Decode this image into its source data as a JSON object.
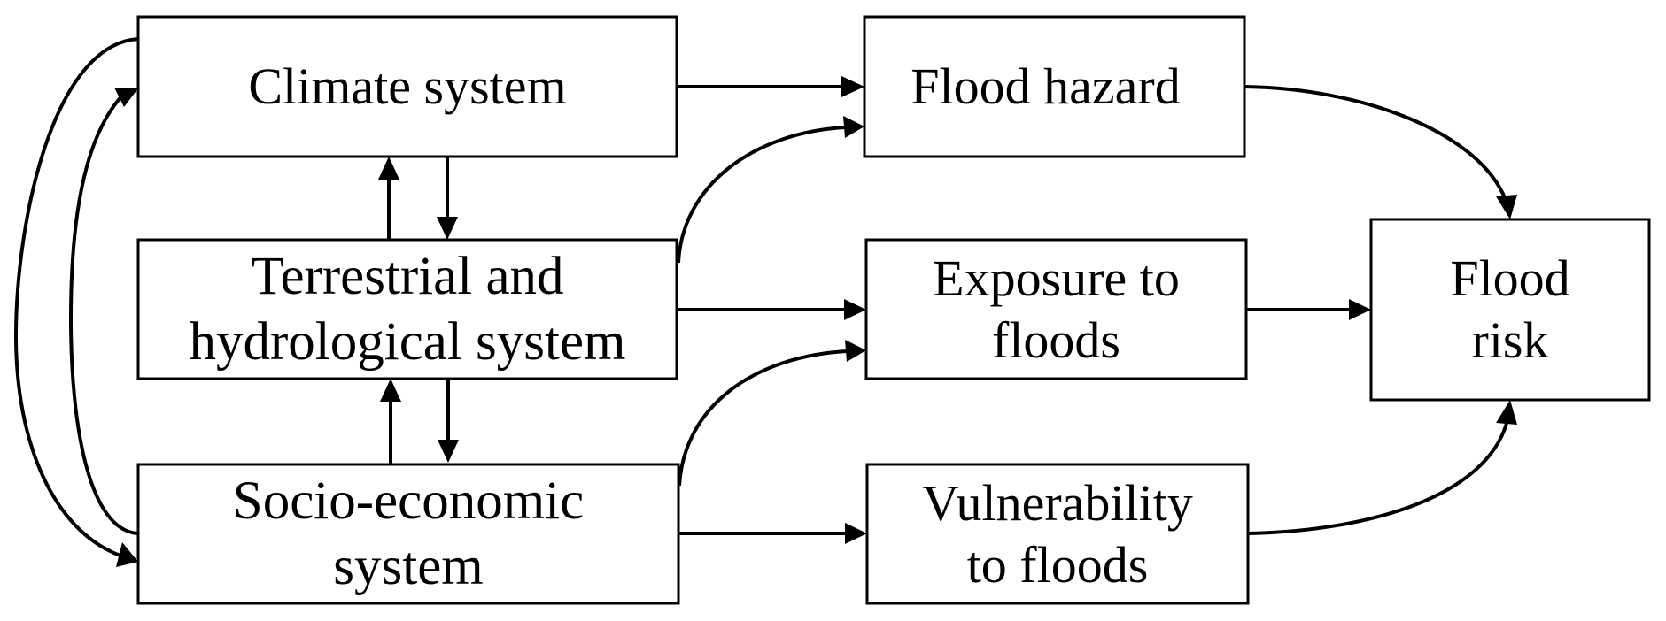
{
  "diagram": {
    "type": "flowchart",
    "nodes": {
      "climate": {
        "lines": [
          "Climate system"
        ]
      },
      "terrestrial": {
        "lines": [
          "Terrestrial and",
          "hydrological system"
        ]
      },
      "socio": {
        "lines": [
          "Socio-economic",
          "system"
        ]
      },
      "hazard": {
        "lines": [
          "Flood hazard"
        ]
      },
      "exposure": {
        "lines": [
          "Exposure to",
          "floods"
        ]
      },
      "vulnerability": {
        "lines": [
          "Vulnerability",
          "to floods"
        ]
      },
      "risk": {
        "lines": [
          "Flood",
          "risk"
        ]
      }
    },
    "edges": [
      {
        "from": "climate",
        "to": "hazard"
      },
      {
        "from": "terrestrial",
        "to": "hazard"
      },
      {
        "from": "terrestrial",
        "to": "exposure"
      },
      {
        "from": "socio",
        "to": "exposure"
      },
      {
        "from": "socio",
        "to": "vulnerability"
      },
      {
        "from": "hazard",
        "to": "risk"
      },
      {
        "from": "exposure",
        "to": "risk"
      },
      {
        "from": "vulnerability",
        "to": "risk"
      },
      {
        "from": "climate",
        "to": "terrestrial"
      },
      {
        "from": "terrestrial",
        "to": "climate"
      },
      {
        "from": "terrestrial",
        "to": "socio"
      },
      {
        "from": "socio",
        "to": "terrestrial"
      },
      {
        "from": "climate",
        "to": "socio"
      },
      {
        "from": "socio",
        "to": "climate"
      }
    ],
    "colors": {
      "stroke": "#000000",
      "background": "#ffffff"
    }
  }
}
